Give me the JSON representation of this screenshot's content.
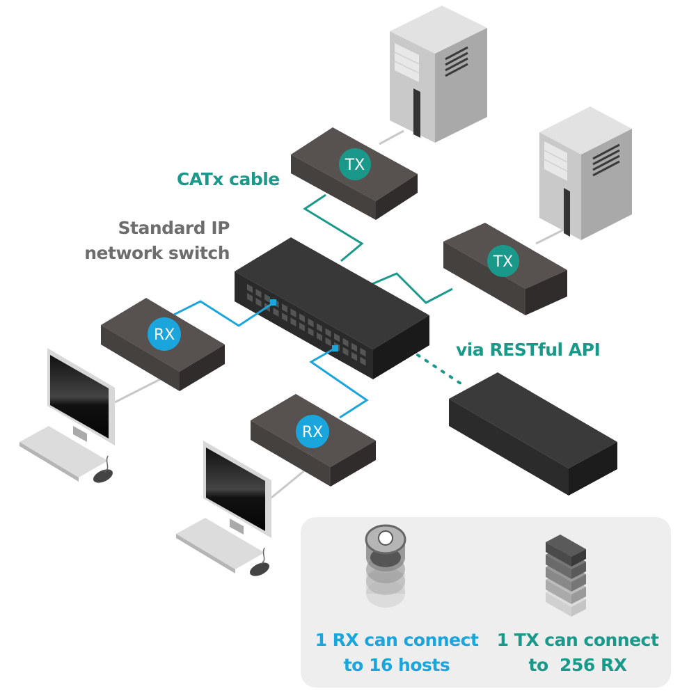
{
  "diagram": {
    "labels": {
      "catx_cable": "CATx cable",
      "switch_line1": "Standard IP",
      "switch_line2": "network switch",
      "restful_api": "via RESTful API"
    },
    "devices": {
      "tx_badge": "TX",
      "rx_badge": "RX"
    },
    "info": {
      "rx_line1": "1 RX can connect",
      "rx_line2": "to 16 hosts",
      "tx_line1": "1 TX can connect",
      "tx_line2": "to  256 RX"
    },
    "colors": {
      "tx_accent": "#1a998a",
      "rx_accent": "#1aa5dc",
      "device_body": "#4a4644",
      "switch_body": "#2e2e2e",
      "panel_bg": "#eeeeee",
      "label_gray": "#6d6d6d"
    }
  }
}
